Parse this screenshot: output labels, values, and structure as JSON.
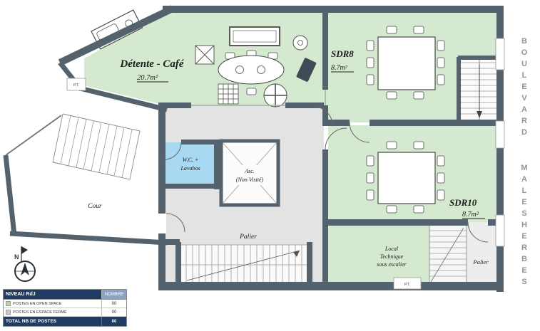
{
  "plan": {
    "rooms": {
      "detente": {
        "name": "Détente - Café",
        "area": "20.7m²"
      },
      "sdr8": {
        "name": "SDR8",
        "area": "8.7m²"
      },
      "sdr10": {
        "name": "SDR10",
        "area": "8.7m²"
      },
      "wc": {
        "line1": "W.C. +",
        "line2": "Lavabos"
      },
      "asc": {
        "line1": "Asc.",
        "line2": "(Non Visité)"
      },
      "palier_center": "Palier",
      "palier_right": "Palier",
      "local_technique": {
        "line1": "Local",
        "line2": "Technique",
        "line3": "sous escalier"
      },
      "cour": "Cour"
    },
    "labels": {
      "pt": "P.T.",
      "north": "N"
    }
  },
  "streets": {
    "vertical_right_top": "BOULEVARD",
    "vertical_right_bottom": "MALESHERBES"
  },
  "legend": {
    "title": "NIVEAU RdJ",
    "col_header": "NOMBRE",
    "rows": [
      {
        "label": "POSTES EN OPEN SPACE",
        "value": "00",
        "swatch": "#b7d7aa"
      },
      {
        "label": "POSTES EN ESPACE FERMÉ",
        "value": "00",
        "swatch": "#cccccc"
      }
    ],
    "total_label": "TOTAL NB DE POSTES",
    "total_value": "00"
  },
  "colors": {
    "wall": "#54626e",
    "room_green": "#d5e9d0",
    "room_blue": "#a9d9f2",
    "floor_gray": "#e3e3e4",
    "street_text": "#8e969d",
    "legend_navy": "#1e3c64",
    "legend_blue": "#8aa3c4"
  }
}
